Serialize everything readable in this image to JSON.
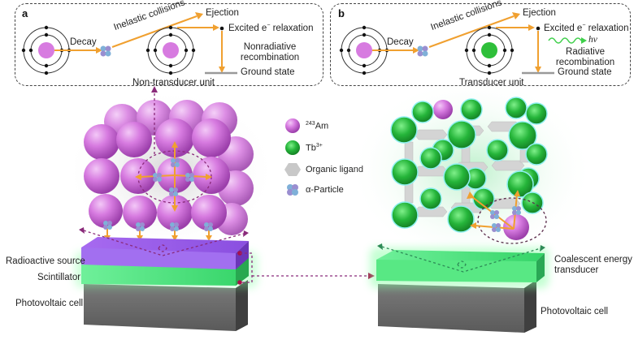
{
  "panels": {
    "a": {
      "letter": "a",
      "labels": {
        "decay": "Decay",
        "inelastic": "Inelastic collisions",
        "ejection": "Ejection",
        "excited_prefix": "Excited e",
        "excited_sup": "−",
        "excited_suffix": " relaxation",
        "recomb_line1": "Nonradiative",
        "recomb_line2": "recombination",
        "ground": "Ground state",
        "unit": "Non-transducer unit"
      },
      "center_atom_color": "#d77be0"
    },
    "b": {
      "letter": "b",
      "labels": {
        "decay": "Decay",
        "inelastic": "Inelastic collisions",
        "ejection": "Ejection",
        "excited_prefix": "Excited e",
        "excited_sup": "−",
        "excited_suffix": " relaxation",
        "photon": "hν",
        "recomb_line1": "Radiative",
        "recomb_line2": "recombination",
        "ground": "Ground state",
        "unit": "Transducer unit"
      },
      "center_atom_color": "#2fbf3a"
    }
  },
  "legend": [
    {
      "icon": "am-sphere-icon",
      "sup": "243",
      "label": "Am",
      "color": "#d77be0"
    },
    {
      "icon": "tb-sphere-icon",
      "label": "Tb",
      "sup_after": "3+",
      "color": "#2fbf3a"
    },
    {
      "icon": "hexagon-icon",
      "label": "Organic ligand",
      "color": "#c8c8c8"
    },
    {
      "icon": "alpha-particle-icon",
      "label": "α-Particle",
      "color": "#7fb0d8"
    }
  ],
  "left_device": {
    "layers": [
      {
        "label": "Radioactive source",
        "color": "#9b5fe0"
      },
      {
        "label": "Scintillator",
        "color": "#4be37a"
      },
      {
        "label": "Photovoltaic cell",
        "color": "#6b6b6b"
      }
    ]
  },
  "right_device": {
    "layers": [
      {
        "label_line1": "Coalescent energy",
        "label_line2": "transducer",
        "color": "#4be37a"
      },
      {
        "label": "Photovoltaic cell",
        "color": "#6b6b6b"
      }
    ]
  },
  "colors": {
    "arrow_orange": "#f0a030",
    "dotted_purple": "#8a2a7a",
    "dotted_green": "#2e8b57",
    "am_purple": "#d77be0",
    "tb_green": "#2fbf3a"
  }
}
